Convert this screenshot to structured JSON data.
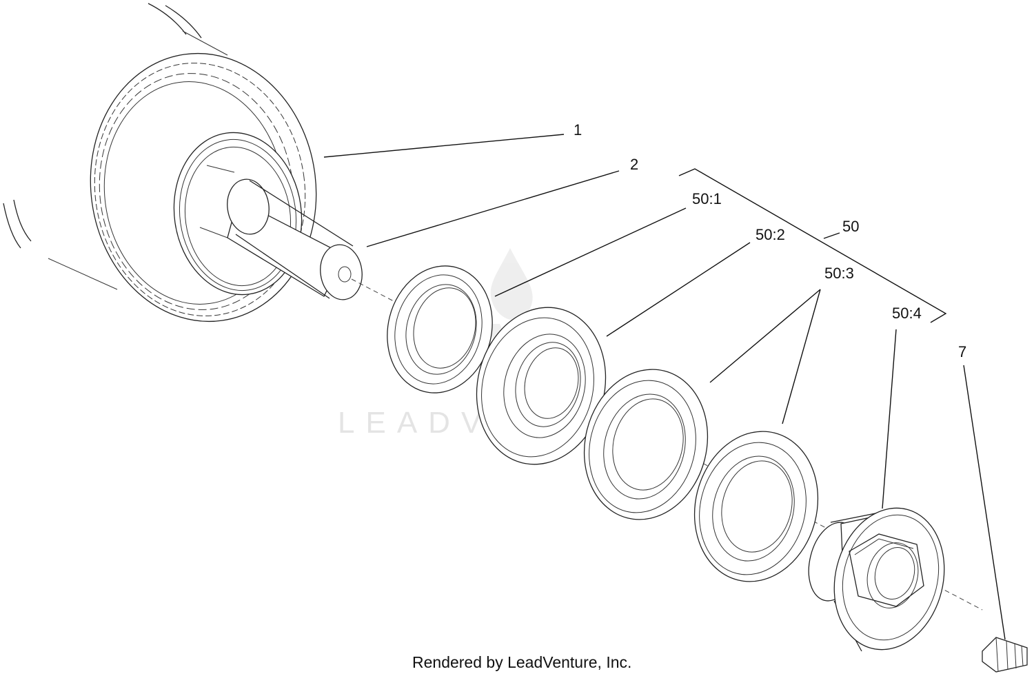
{
  "diagram": {
    "callouts": [
      {
        "id": "1",
        "label": "1"
      },
      {
        "id": "2",
        "label": "2"
      },
      {
        "id": "50-1",
        "label": "50:1"
      },
      {
        "id": "50-2",
        "label": "50:2"
      },
      {
        "id": "50",
        "label": "50"
      },
      {
        "id": "50-3",
        "label": "50:3"
      },
      {
        "id": "50-4",
        "label": "50:4"
      },
      {
        "id": "7",
        "label": "7"
      }
    ],
    "watermark": "LEADVENTURE",
    "footer": "Rendered by LeadVenture, Inc."
  },
  "colors": {
    "line": "#222222",
    "background": "#ffffff",
    "watermark": "#e2e2e2"
  }
}
